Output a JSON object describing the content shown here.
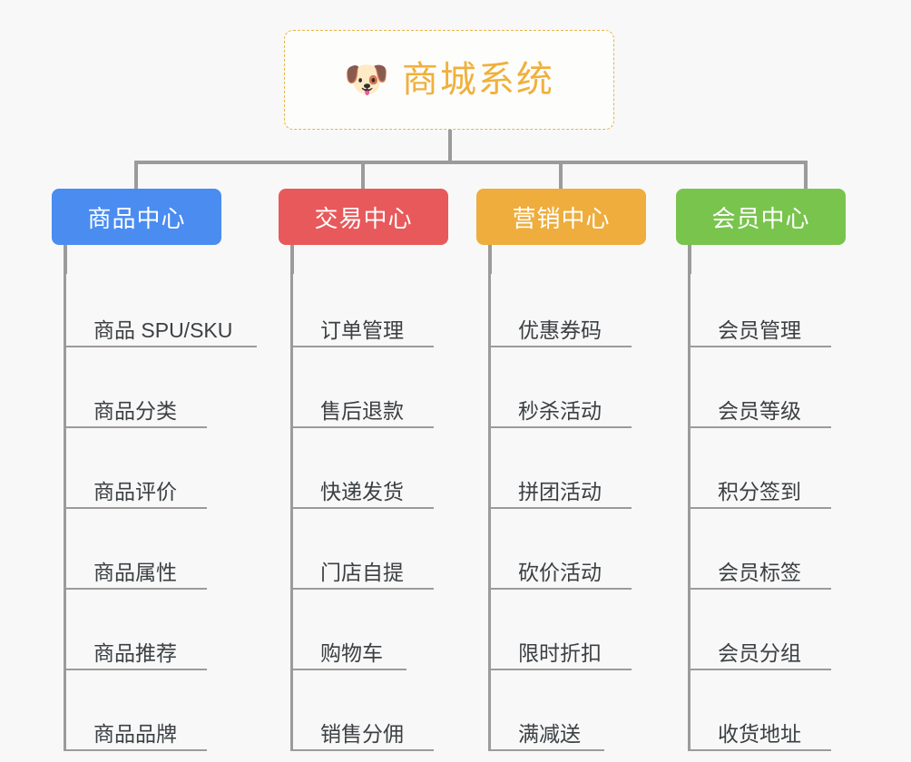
{
  "root": {
    "icon": "dog-face-icon",
    "icon_glyph": "🐶",
    "title": "商城系统",
    "color": "#f0b03c",
    "border_color": "#e8b44a"
  },
  "colors": {
    "background": "#f8f8f8",
    "connector": "#9b9b9b",
    "leaf_text": "#3c4043",
    "blue": "#4a8cf0",
    "red": "#e8595b",
    "orange": "#eead3d",
    "green": "#79c44d"
  },
  "branches": [
    {
      "title": "商品中心",
      "color": "#4a8cf0",
      "items": [
        "商品 SPU/SKU",
        "商品分类",
        "商品评价",
        "商品属性",
        "商品推荐",
        "商品品牌"
      ]
    },
    {
      "title": "交易中心",
      "color": "#e8595b",
      "items": [
        "订单管理",
        "售后退款",
        "快递发货",
        "门店自提",
        "购物车",
        "销售分佣"
      ]
    },
    {
      "title": "营销中心",
      "color": "#eead3d",
      "items": [
        "优惠券码",
        "秒杀活动",
        "拼团活动",
        "砍价活动",
        "限时折扣",
        "满减送"
      ]
    },
    {
      "title": "会员中心",
      "color": "#79c44d",
      "items": [
        "会员管理",
        "会员等级",
        "积分签到",
        "会员标签",
        "会员分组",
        "收货地址"
      ]
    }
  ]
}
